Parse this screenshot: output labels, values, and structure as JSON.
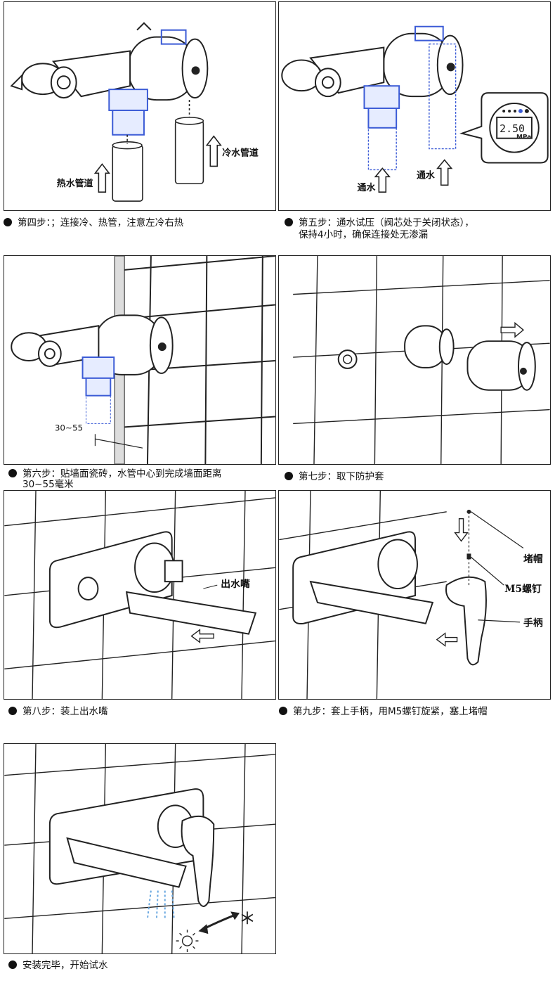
{
  "steps": [
    {
      "caption": "第四步：；连接冷、热管，注意左冷右热",
      "labels": {
        "hot": "热水管道",
        "cold": "冷水管道"
      }
    },
    {
      "caption": "第五步：通水试压（阀芯处于关闭状态），",
      "caption2": "保持4小时，确保连接处无渗漏",
      "labels": {
        "water_left": "通水",
        "water_right": "通水",
        "gauge_value": "2.50",
        "gauge_unit": "MPa"
      }
    },
    {
      "caption": "第六步：贴墙面瓷砖，水管中心到完成墙面距离",
      "caption2": "30~55毫米",
      "labels": {
        "distance": "30~55"
      }
    },
    {
      "caption": "第七步：取下防护套"
    },
    {
      "caption": "第八步：装上出水嘴",
      "labels": {
        "spout": "出水嘴"
      }
    },
    {
      "caption": "第九步：套上手柄，用M5螺钉旋紧，塞上堵帽",
      "labels": {
        "cap": "堵帽",
        "screw": "M5螺钉",
        "handle": "手柄"
      }
    },
    {
      "caption": "安装完毕，开始试水"
    }
  ],
  "icons": {
    "bullet": "filled-circle",
    "hot_symbol": "sun-icon",
    "cold_symbol": "snowflake-icon"
  },
  "colors": {
    "line": "#222222",
    "pipe_blue": "#3b5bd6",
    "water_blue": "#6aa8e0"
  }
}
